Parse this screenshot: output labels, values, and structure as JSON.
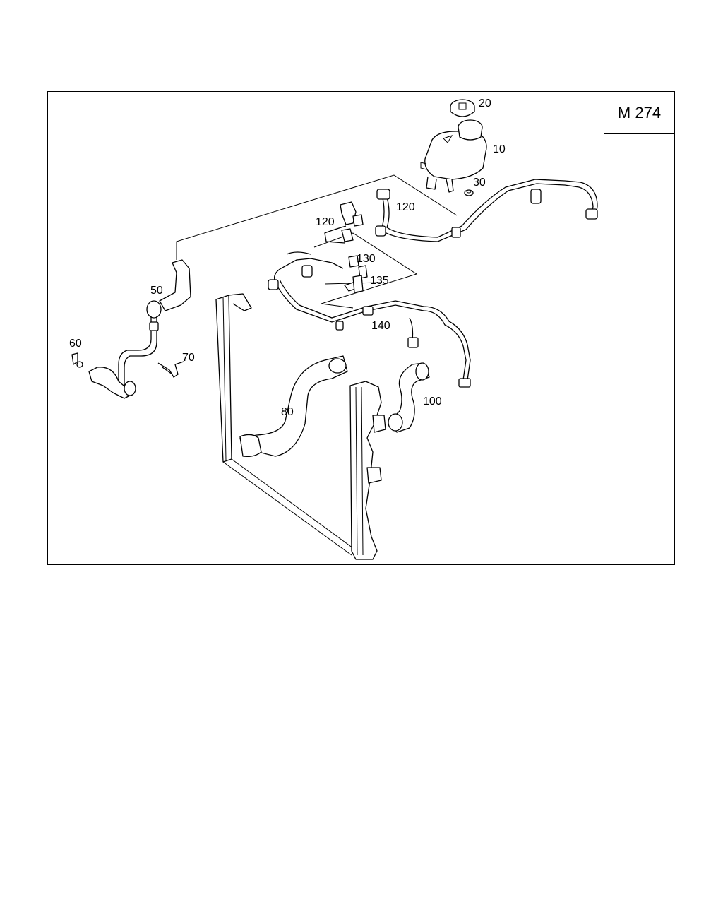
{
  "engine_code": "M 274",
  "callouts": {
    "c10": "10",
    "c20": "20",
    "c30": "30",
    "c50": "50",
    "c60": "60",
    "c70": "70",
    "c80": "80",
    "c100": "100",
    "c120a": "120",
    "c120b": "120",
    "c130": "130",
    "c135": "135",
    "c140": "140"
  },
  "colors": {
    "line": "#000000",
    "background": "#ffffff"
  }
}
